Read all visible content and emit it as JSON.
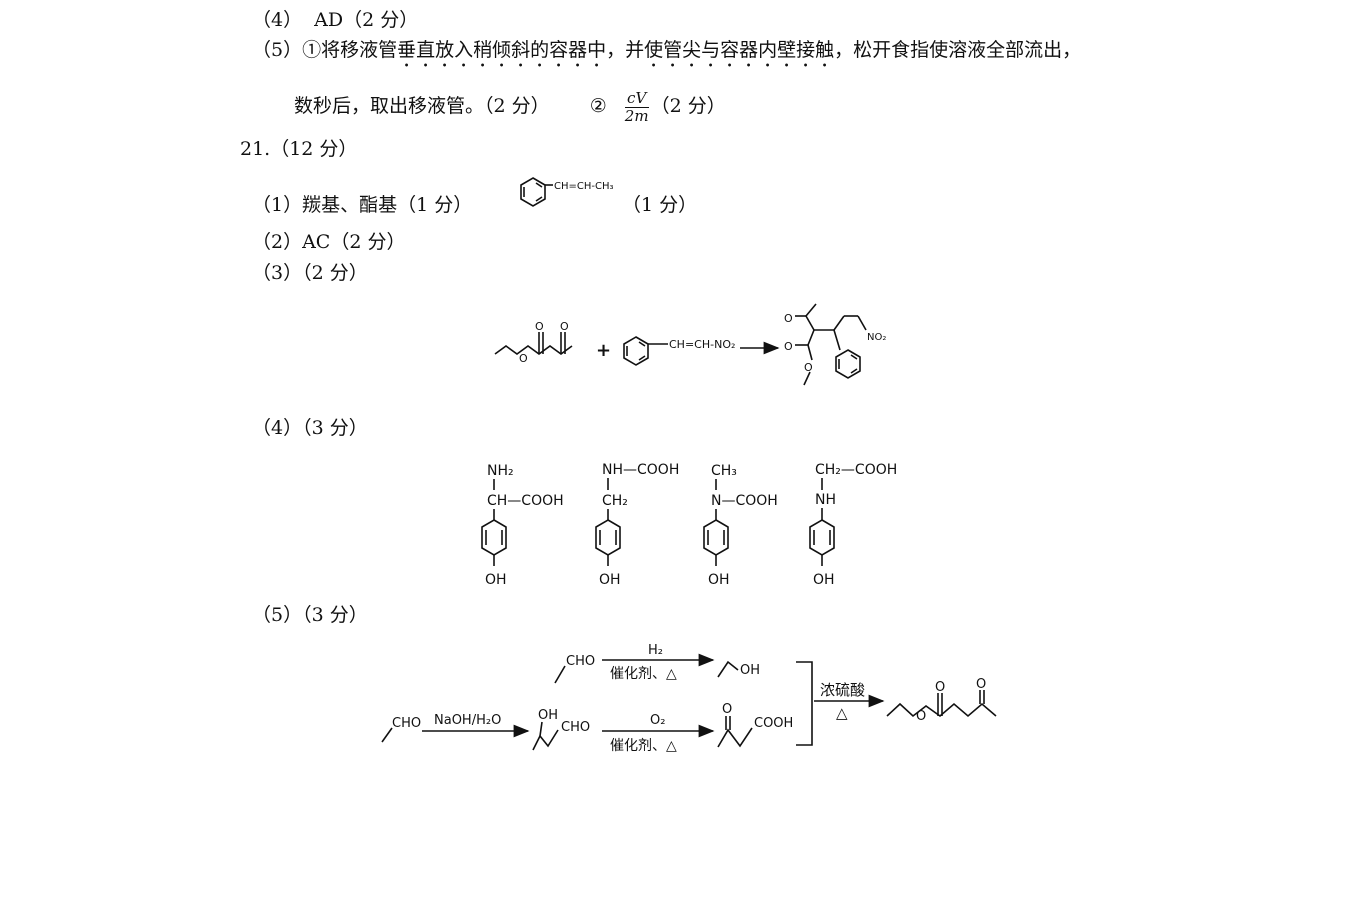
{
  "items": {
    "q4_label": "（4）",
    "q4_answer": "AD（2 分）",
    "q5_label": "（5）",
    "q5_circ1": "①",
    "q5_plain1": "将移液管",
    "q5_dotted1": "垂直放入稍倾斜的容器中",
    "q5_plain2": "，并",
    "q5_dotted2": "使管尖与容器内壁接触",
    "q5_plain3": "，松开食指使溶液全部流出，",
    "q5_line2": "数秒后，取出移液管。（2 分）",
    "q5_circ2": "②",
    "q5_frac_num": "cV",
    "q5_frac_den": "2m",
    "q5_frac_score": "（2 分）"
  },
  "q21": {
    "title": "21.（12 分）",
    "p1_text": "（1）羰基、酯基（1 分）",
    "p1_struct_label": "CH=CH-CH₃",
    "p1_score": "（1 分）",
    "p2_text": "（2）AC（2 分）",
    "p3_text": "（3）（2 分）",
    "p3_plus": "+",
    "p3_reactant2_group": "CH=CH-NO₂",
    "p3_product_group": "NO₂",
    "p4_text": "（4）（3 分）",
    "p4_isomers": [
      {
        "top": "NH₂",
        "mid": "CH—COOH",
        "bottom": "OH"
      },
      {
        "top": "NH—COOH",
        "mid": "CH₂",
        "bottom": "OH"
      },
      {
        "top": "CH₃",
        "mid": "N—COOH",
        "bottom": "OH"
      },
      {
        "top": "CH₂—COOH",
        "mid": "NH",
        "bottom": "OH"
      }
    ],
    "p5_text": "（5）（3 分）",
    "p5": {
      "start_group": "CHO",
      "reagent_aldol": "NaOH/H₂O",
      "aldol_oh": "OH",
      "aldol_cho": "CHO",
      "top_start": "CHO",
      "top_reagent": "H₂",
      "top_condition": "催化剂、△",
      "top_product": "OH",
      "bottom_reagent": "O₂",
      "bottom_condition": "催化剂、△",
      "bottom_o": "O",
      "bottom_product": "COOH",
      "final_reagent": "浓硫酸",
      "final_condition": "△"
    }
  }
}
